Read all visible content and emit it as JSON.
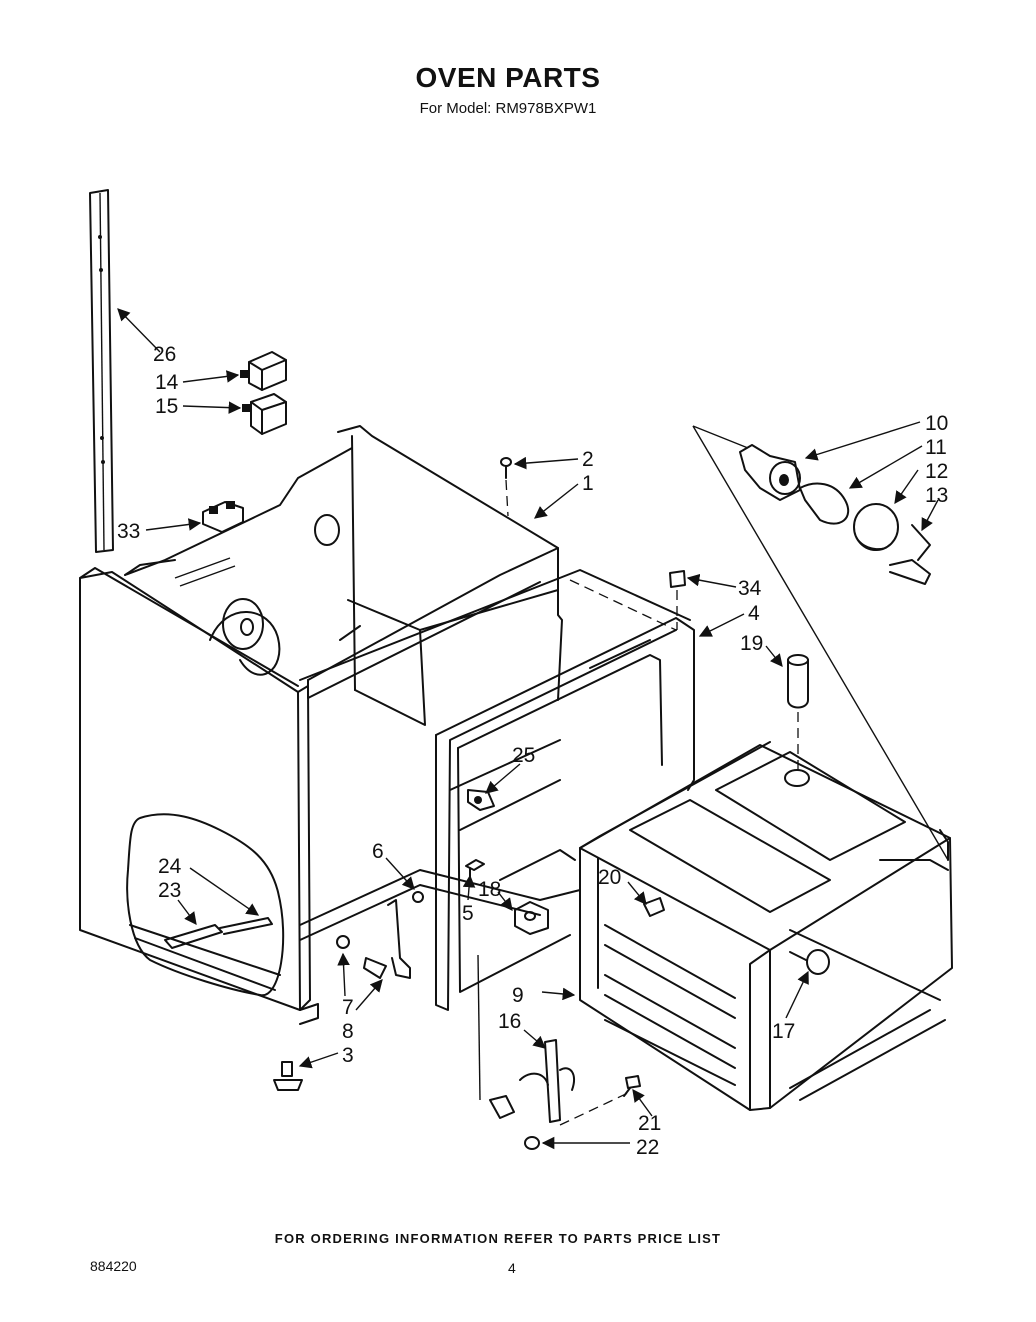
{
  "header": {
    "title": "OVEN PARTS",
    "subtitle": "For Model: RM978BXPW1"
  },
  "callouts": {
    "c1": "1",
    "c2": "2",
    "c3": "3",
    "c4": "4",
    "c5": "5",
    "c6": "6",
    "c7": "7",
    "c8": "8",
    "c9": "9",
    "c10": "10",
    "c11": "11",
    "c12": "12",
    "c13": "13",
    "c14": "14",
    "c15": "15",
    "c16": "16",
    "c17": "17",
    "c18": "18",
    "c19": "19",
    "c20": "20",
    "c21": "21",
    "c22": "22",
    "c23": "23",
    "c24": "24",
    "c25": "25",
    "c26": "26",
    "c33": "33",
    "c34": "34"
  },
  "footer": {
    "ordering_note": "FOR ORDERING INFORMATION REFER TO PARTS PRICE LIST",
    "doc_number": "884220",
    "page_number": "4"
  }
}
